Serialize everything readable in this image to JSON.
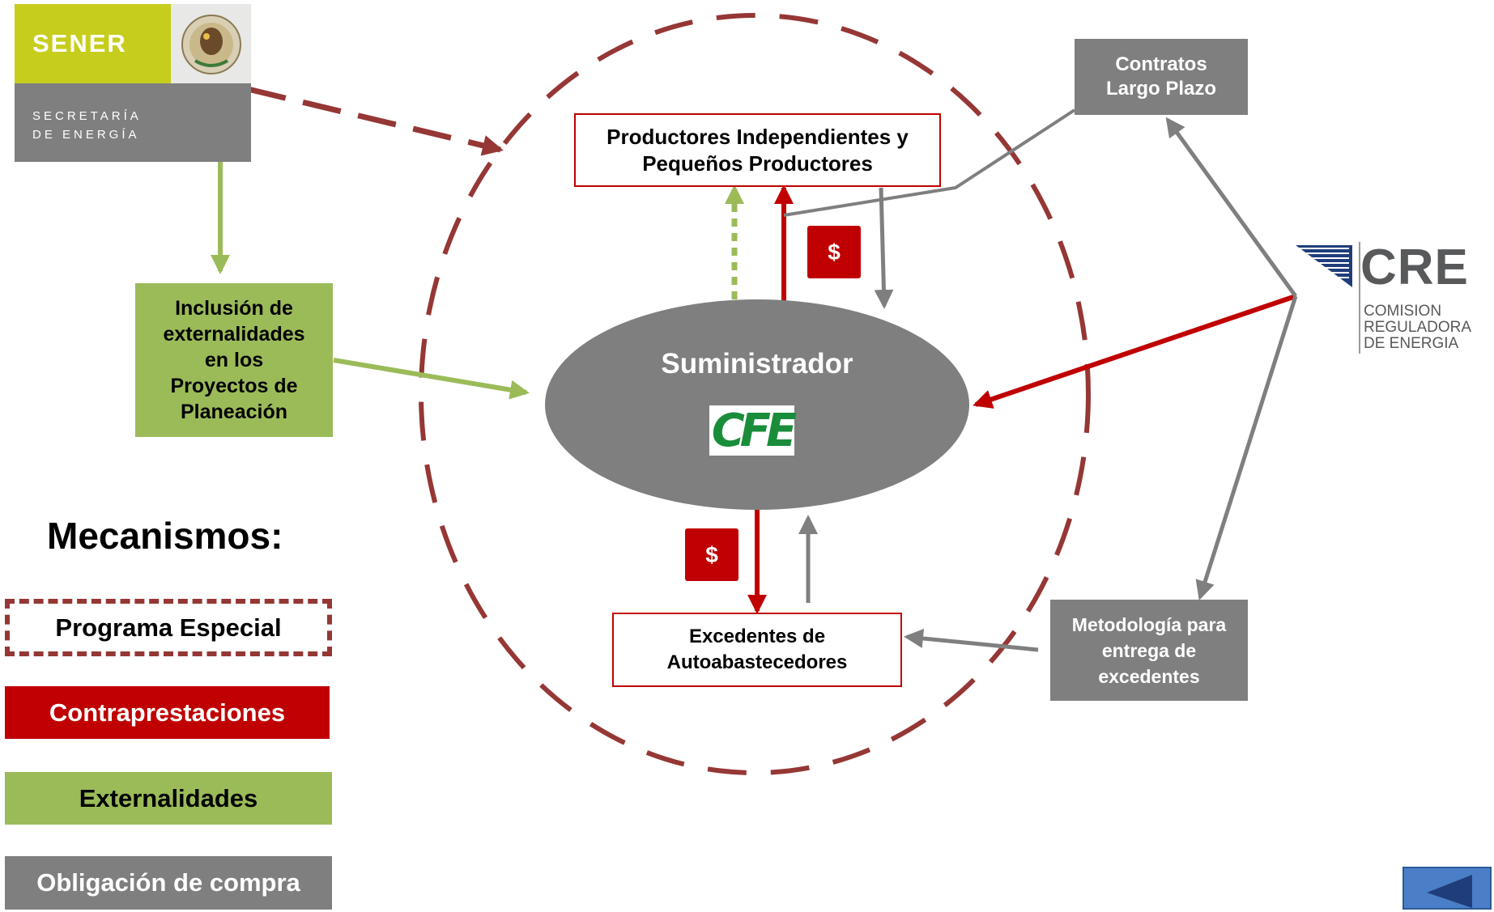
{
  "sener": {
    "name": "SENER",
    "subtitle_line1": "SECRETARÍA",
    "subtitle_line2": "DE ENERGÍA"
  },
  "cre": {
    "name": "CRE",
    "full_line1": "COMISION",
    "full_line2": "REGULADORA",
    "full_line3": "DE ENERGIA"
  },
  "nodes": {
    "productores": [
      "Productores Independientes y",
      "Pequeños Productores"
    ],
    "suministrador": "Suministrador",
    "cfe": "CFE",
    "excedentes": [
      "Excedentes de",
      "Autoabastecedores"
    ],
    "inclusion": [
      "Inclusión de",
      "externalidades",
      "en los",
      "Proyectos de",
      "Planeación"
    ],
    "contratos": [
      "Contratos",
      "Largo Plazo"
    ],
    "metodologia": [
      "Metodología para",
      "entrega de",
      "excedentes"
    ],
    "dollar_top": "$",
    "dollar_bottom": "$"
  },
  "legend": {
    "title": "Mecanismos:",
    "items": [
      {
        "label": "Programa Especial",
        "color": "#953735"
      },
      {
        "label": "Contraprestaciones",
        "color": "#c00000"
      },
      {
        "label": "Externalidades",
        "color": "#9bbb59"
      },
      {
        "label": "Obligación de compra",
        "color": "#7f7f7f"
      }
    ]
  },
  "colors": {
    "red": "#c00000",
    "dashed": "#953735",
    "green": "#9bbb59",
    "gray": "#7f7f7f"
  }
}
